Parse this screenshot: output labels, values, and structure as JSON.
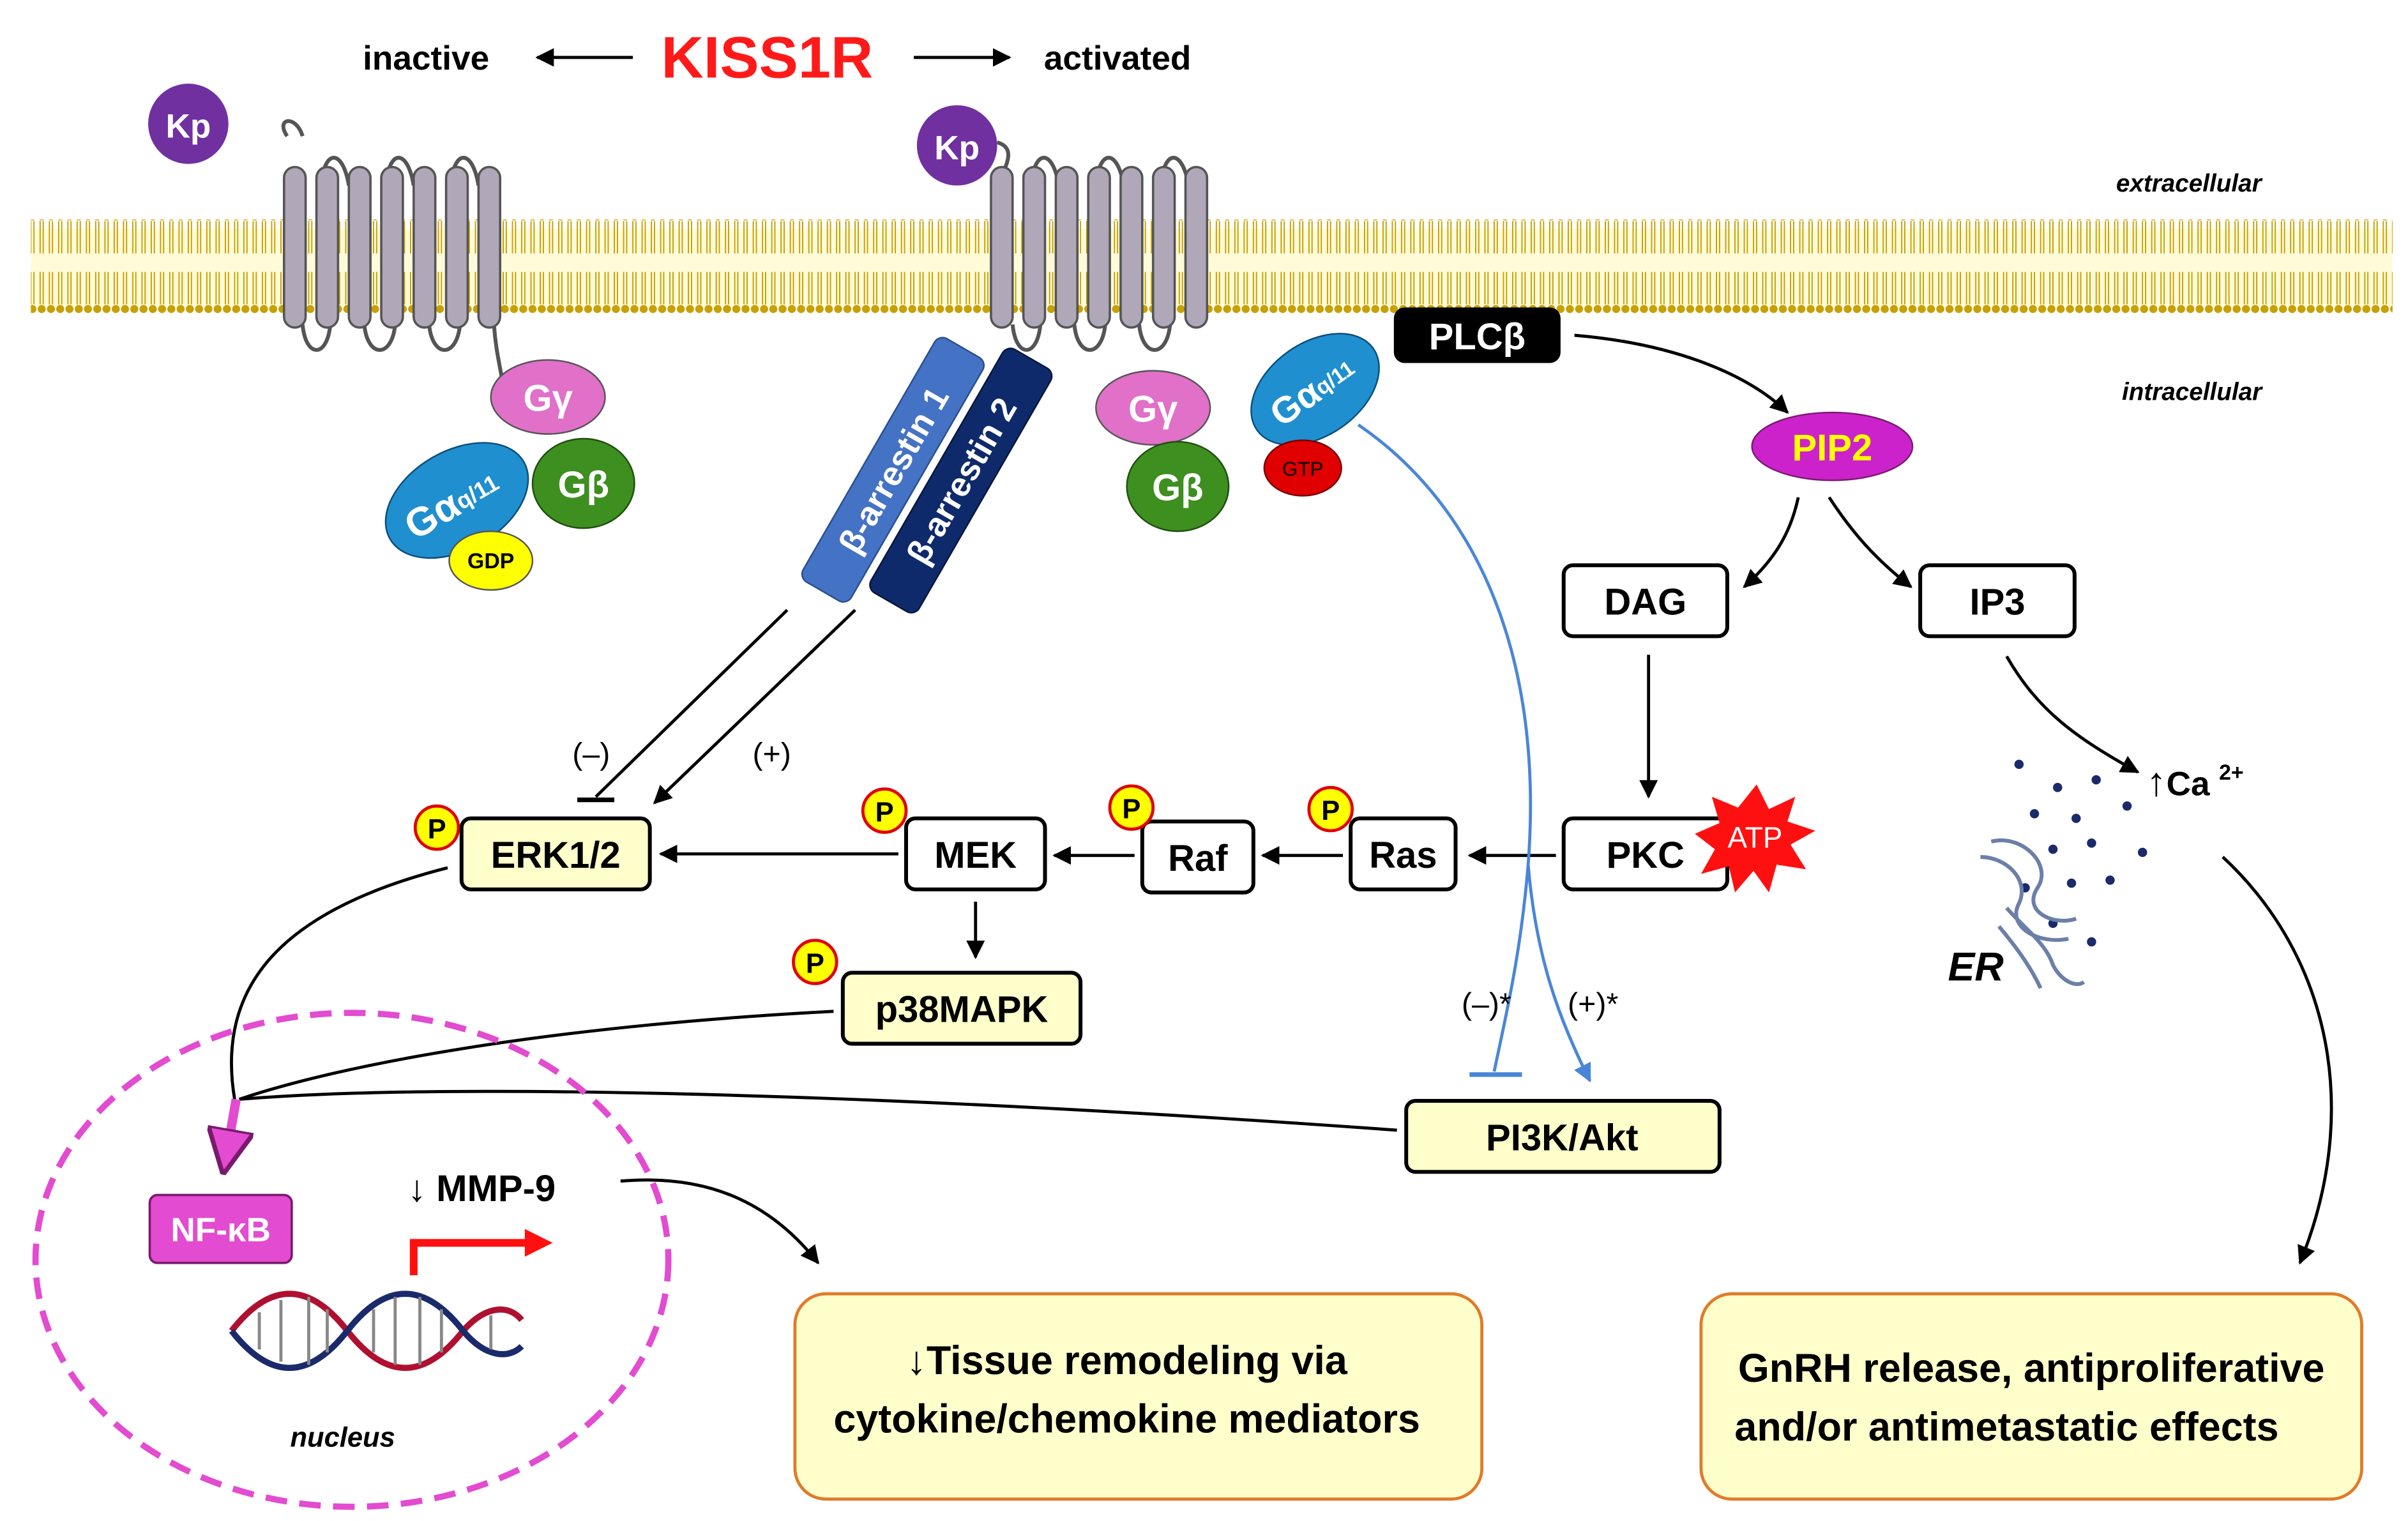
{
  "header": {
    "title": "KISS1R",
    "inactive": "inactive",
    "activated": "activated"
  },
  "compartments": {
    "extracellular": "extracellular",
    "intracellular": "intracellular",
    "nucleus": "nucleus",
    "er": "ER"
  },
  "ligand": {
    "label": "Kp"
  },
  "gprotein": {
    "alpha": "Gα",
    "alpha_sub": "q/11",
    "beta": "Gβ",
    "gamma": "Gγ",
    "gdp": "GDP",
    "gtp": "GTP"
  },
  "arrestins": [
    "β-arrestin 1",
    "β-arrestin 2"
  ],
  "nodes": {
    "plcb": "PLCβ",
    "pip2": "PIP2",
    "dag": "DAG",
    "ip3": "IP3",
    "pkc": "PKC",
    "atp": "ATP",
    "ras": "Ras",
    "raf": "Raf",
    "mek": "MEK",
    "erk": "ERK1/2",
    "p38": "p38MAPK",
    "pi3k": "PI3K/Akt",
    "nfkb": "NF-κB",
    "mmp9": "↓ MMP-9",
    "phospho": "P"
  },
  "calcium": {
    "arrow": "↑",
    "label": "Ca",
    "charge": "2+"
  },
  "signs": {
    "erk_minus": "(–)",
    "erk_plus": "(+)",
    "pi3k_minus": "(–)*",
    "pi3k_plus": "(+)*"
  },
  "outcomes": {
    "tissue_line1": "↓Tissue remodeling via",
    "tissue_line2": "cytokine/chemokine mediators",
    "gnrh_line1": "GnRH release, antiproliferative",
    "gnrh_line2": "and/or antimetastatic effects"
  },
  "colors": {
    "title": "#ff1a1a",
    "kp": "#7030a0",
    "galpha": "#1f8fcf",
    "gbeta": "#3d8f1f",
    "ggamma": "#e070c8",
    "gdp": "#ffff00",
    "gtp": "#e00000",
    "arrestin1": "#4472c4",
    "arrestin2": "#0e2a6b",
    "pip2": "#cc22cc",
    "pip2_text": "#ffff00",
    "node_fill_light": "#ffffcc",
    "nfkb": "#e34bd0",
    "atp": "#ff1010",
    "membrane": "#c8a000",
    "nucleus_border": "#e34bd0",
    "pi3k_line": "#4a86d8",
    "outcome_fill": "#ffffcc",
    "outcome_border": "#e07b2a"
  }
}
